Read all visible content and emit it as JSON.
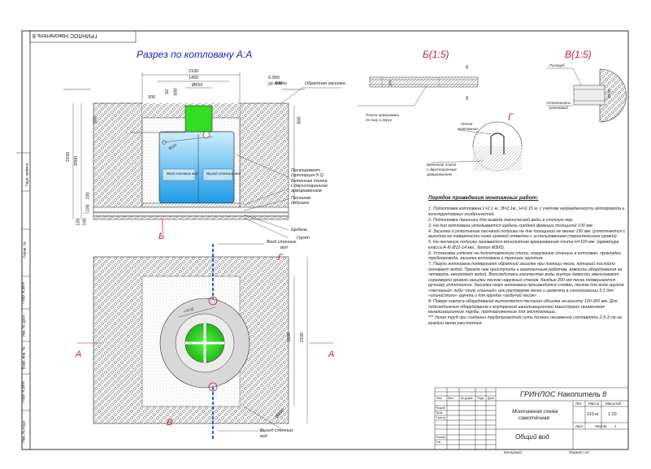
{
  "colors": {
    "green": "#33dd22",
    "water": "#2aa6ea",
    "red": "#c0203a",
    "blue": "#1c1cb4",
    "hatch": "#8a8a8a"
  },
  "frame": {
    "rotated_title": "ГРИНЛОС Накопитель 8"
  },
  "section": {
    "title": "Разрез по котловану А:А",
    "dims": {
      "d2100": "2100",
      "d1450": "1450",
      "d650": "Ø650",
      "d300": "300",
      "d50": "50",
      "d500": "500",
      "d100": "100",
      "d2150": "2150",
      "d2000": "2000",
      "d100b": "100",
      "d800": "800",
      "d100c": "100",
      "d150": "150",
      "d100d": "100",
      "d100e": "100"
    },
    "labels": {
      "level": "0.000",
      "ground_level": "ур.земли",
      "backfill": "Обратная засыпка",
      "sandcement": "Пескоцемент",
      "sandcement_ratio": "(пропорция 5:1)",
      "slab1": "Бетонная плита",
      "slab2": "с двухсторонним",
      "slab3": "армированием",
      "sand1": "Песчаная",
      "sand2": "подушка",
      "gravel": "Щебень",
      "soil": "Грунт",
      "pipe110": "Ø110",
      "inlet_label": "Вход сточных вод",
      "outlet_label": "Выход сточных вод",
      "cut_b": "Б"
    }
  },
  "detail_b": {
    "title": "Б(1:5)",
    "dim30a": "30",
    "dim30b": "30",
    "dim100": "100",
    "caption1": "Плита армирована",
    "caption2": "по низу и верху"
  },
  "detail_v": {
    "title": "В(1:5)",
    "socket": "Раструб",
    "seal1": "Уплотнитель",
    "seal2": "резиновый",
    "d110": "Ø110"
  },
  "detail_g": {
    "title": "Г",
    "loop1": "Петля",
    "loop2": "монтажная",
    "slab1": "Бетонная плита",
    "slab2": "с двухсторонним",
    "slab3": "армированием"
  },
  "plan": {
    "inlet1": "Вход сточных",
    "inlet2": "вод",
    "outlet1": "Выход сточных",
    "outlet2": "вод",
    "g": "Г",
    "v": "В",
    "a_left": "А",
    "a_right": "А",
    "d1500": "1500",
    "d2100": "2100",
    "d650": "Ø650",
    "i1": "i=0,02"
  },
  "notes": {
    "title": "Порядок проведения монтажных работ:",
    "items": [
      "1. Подготовка котлована L=2,1 м., B=2,1м., H=2,15 м. с учётом направленности водопровода и конструктивных особенностей.",
      "2. Подготовка траншеи для вывода технической воды в сточную яму.",
      "3. На дно котлована укладывается щебень средней фракции толщиной 100 мм.",
      "4. Засыпка и уплотнение песчаной подушки на дне толщиной не менее 150 мм. (уплотняется с выходом ее поверхности ниже нулевой отметки с использованием строительного уровня)",
      "5. На песчаную подушку заливается монолитная армированная плита H=100 мм. (арматура класса А-III Ø12-14 мм., бетон М300).",
      "6. Установка изделия на подготовленную плиту, погружение станции в котлован, прокладка трубопровода, засыпка котлована и траншеи грунтом.",
      "7. Пазухи котлована подвергают обратной засыпке при помощи песка, который послойно поливают водой. Прежде чем приступить к аналогичным работам, ёмкость оборудования на четверть заполняют водой. Впоследствии количество воды внутри ёмкости увеличивают соразмерно уровню засыпки песком наружных стенок. Каждые 200 мм песка подвергаются ручному уплотнению. Засыпка пазух котлована производится слоями, песком для вида грунта «песчаный» либо «полу глинный» или раствором песка и цемента в соотношении 5:1 для «глинистого» грунта и для грунта «зыбучий песок».",
      "8. Поверх корпуса оборудования выполняется песчаная обсыпка на высоту 150-300 мм. Для подсоединения оборудования к внутренней канализационной магистрали применяют канализационные трубы, предназначенные для эксплуатации.",
      "*** Уклон труб при создании трубопроводной сети должен неизменно составлять 2,5-3 см на каждый метр расстояния."
    ]
  },
  "stamp": {
    "title": "ГРИНЛОС Накопитель 8",
    "sub1": "Монтажная схема",
    "sub2": "самотёчная",
    "view": "Общий вид",
    "lit": "Лит.",
    "mass": "Масса",
    "scale_h": "Масштаб",
    "mass_v": "110 кг.",
    "scale_v": "1:20",
    "sheet": "Лист",
    "sheets": "Листов",
    "sheets_v": "1",
    "copied": "Копировал",
    "format": "Формат А2",
    "izm": "Изм.",
    "list": "Лист",
    "ndoc": "№ докум.",
    "podp": "Подп.",
    "data": "Дата",
    "razrab": "Разраб.",
    "prov": "Пров.",
    "tkontr": "Т.контр.",
    "nkontr": "Н.контр.",
    "utv": "Утв."
  },
  "side_strip": {
    "inv": "Инв. № подл.",
    "podp_data": "Подп. и дата",
    "vzam": "Взам. инв. №",
    "invdubl": "Инв. № дубл.",
    "podp_data2": "Подп. и дата",
    "sprav": "Справ. №",
    "perv": "Перв. примен."
  }
}
